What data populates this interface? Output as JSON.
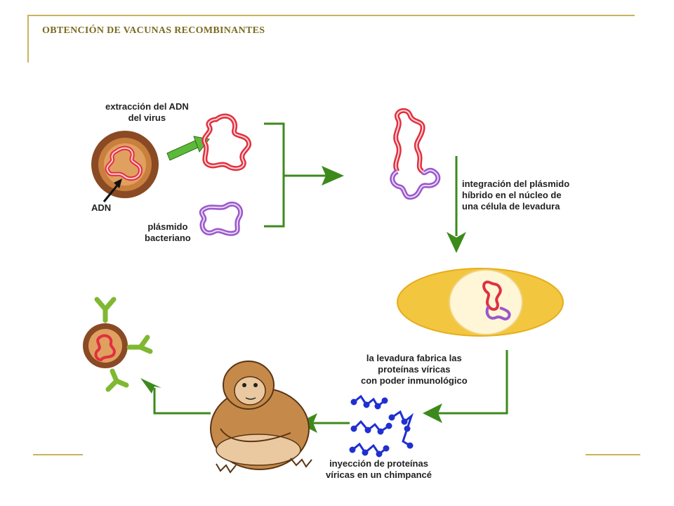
{
  "slide": {
    "title": "OBTENCIÓN DE VACUNAS RECOMBINANTES"
  },
  "labels": {
    "extraction": "extracción del ADN\ndel virus",
    "adn": "ADN",
    "plasmid": "plásmido\nbacteriano",
    "integration": "integración del plásmido\nhíbrido en el núcleo de\nuna célula de levadura",
    "yeast": "la levadura fabrica las\nproteínas víricas\ncon poder inmunológico",
    "injection": "inyección de proteínas\nvíricas en un chimpancé"
  },
  "colors": {
    "frame": "#c8b45a",
    "arrow": "#3d8a1c",
    "dna": "#e03040",
    "plasmid": "#9a58c8",
    "protein": "#2030d0",
    "antibody": "#7fb832",
    "yeast": "#f3c640",
    "nucleus": "#fff6d8",
    "virus_outer": "#8a4a24",
    "virus_inner": "#e0a060"
  }
}
